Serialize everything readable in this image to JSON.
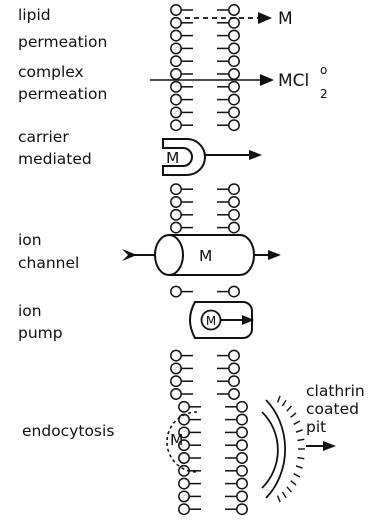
{
  "labels": {
    "lipid": [
      "lipid",
      "permeation"
    ],
    "complex": [
      "complex",
      "permeation"
    ],
    "carrier": [
      "carrier",
      "mediated"
    ],
    "channel": [
      "ion",
      "channel"
    ],
    "pump": [
      "ion",
      "pump"
    ],
    "endocytosis": [
      "endocytosis"
    ],
    "clathrin": [
      "clathrin",
      "coated",
      "pit"
    ]
  },
  "molecules": {
    "lipid": "M",
    "complex_base": "MCl",
    "complex_sub": "2",
    "complex_sup": "o",
    "carrier": "M",
    "channel": "M",
    "pump": "M",
    "endocytosis": "M"
  },
  "colors": {
    "ink": "#111111",
    "paper": "#ffffff"
  }
}
